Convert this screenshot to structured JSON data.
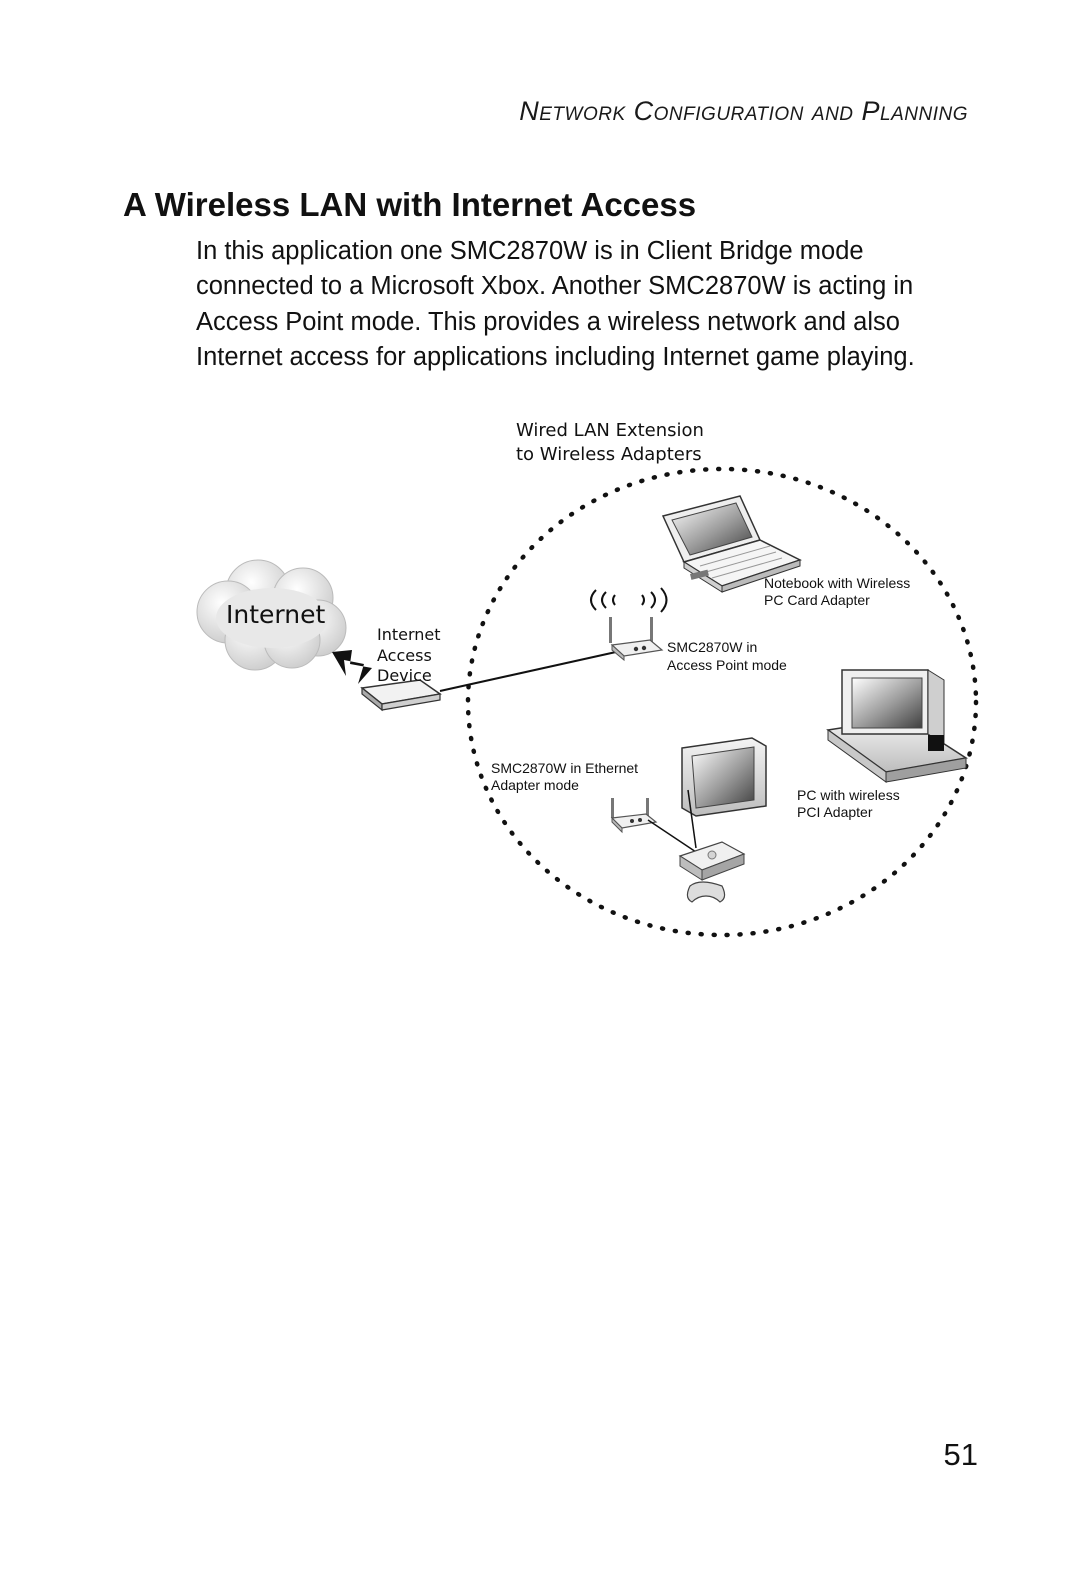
{
  "running_header": "Network Configuration and Planning",
  "section_title": "A Wireless LAN with Internet Access",
  "body_text": "In this application one SMC2870W is in Client Bridge mode connected to a Microsoft Xbox. Another SMC2870W is acting in Access Point mode. This provides a wireless network and also Internet access for applications including Internet game playing.",
  "diagram": {
    "boundary_label": [
      "Wired LAN Extension",
      "to Wireless Adapters"
    ],
    "internet_label": "Internet",
    "access_device_label": [
      "Internet",
      "Access",
      "Device"
    ],
    "notebook_label": [
      "Notebook with Wireless",
      "PC Card Adapter"
    ],
    "access_point_label": [
      "SMC2870W in",
      "Access Point mode"
    ],
    "ethernet_adapter_label": [
      "SMC2870W in Ethernet",
      "Adapter mode"
    ],
    "pc_label": [
      "PC with wireless",
      "PCI Adapter"
    ],
    "icons": [
      "cloud-icon",
      "router-icon",
      "lightning-icon",
      "notebook-icon",
      "access-point-icon",
      "wireless-signal-icon",
      "desktop-pc-icon",
      "monitor-icon",
      "xbox-icon",
      "gamepad-icon"
    ]
  },
  "page_number": "51"
}
